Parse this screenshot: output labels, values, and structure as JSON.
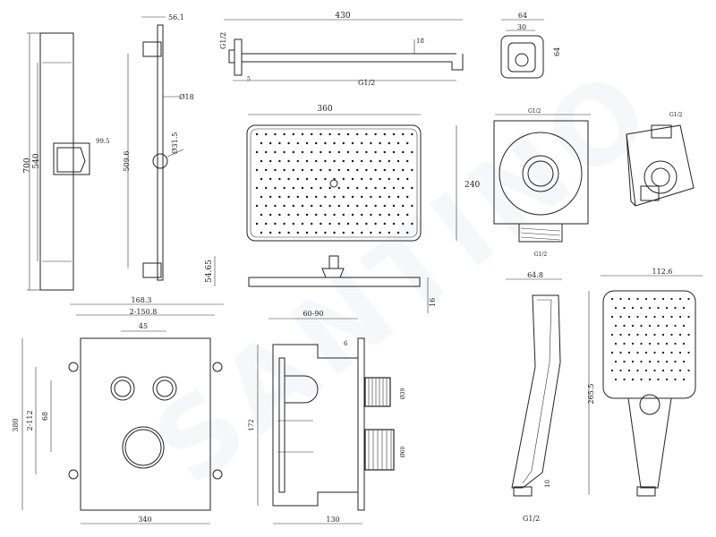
{
  "watermark": "SANTINO",
  "dims": {
    "rail_thickness": "56.1",
    "rail_height": "700",
    "rail_inner": "540",
    "rail_length": "509.6",
    "bar_dia": "Ø18",
    "knob_dia": "Ø31.5",
    "holder": "99.5",
    "arm_length": "430",
    "arm_thread_top": "G1/2",
    "arm_thread_bottom": "G1/2",
    "arm_dia": "18",
    "arm_offset": "5",
    "elbow_width": "64",
    "elbow_inner": "30",
    "elbow_height": "64",
    "head_width": "360",
    "head_depth": "240",
    "head_height": "54.65",
    "head_thick": "16",
    "outlet_size": "G1/2",
    "outlet_side": "G1/2",
    "hand_depth": "64.8",
    "hand_width": "112.6",
    "hand_length": "265.5",
    "hand_thread": "G1/2",
    "hand_end": "10",
    "valve_width": "168.3",
    "valve_holes": "2-150.8",
    "valve_spacing": "45",
    "valve_height": "380",
    "valve_left1": "2-112",
    "valve_left2": "68",
    "valve_plate": "340",
    "box_depth": "60-90",
    "box_gap": "6",
    "box_height": "172",
    "box_bottom": "130",
    "btn_dia1": "Ø39",
    "btn_dia2": "Ø60"
  }
}
